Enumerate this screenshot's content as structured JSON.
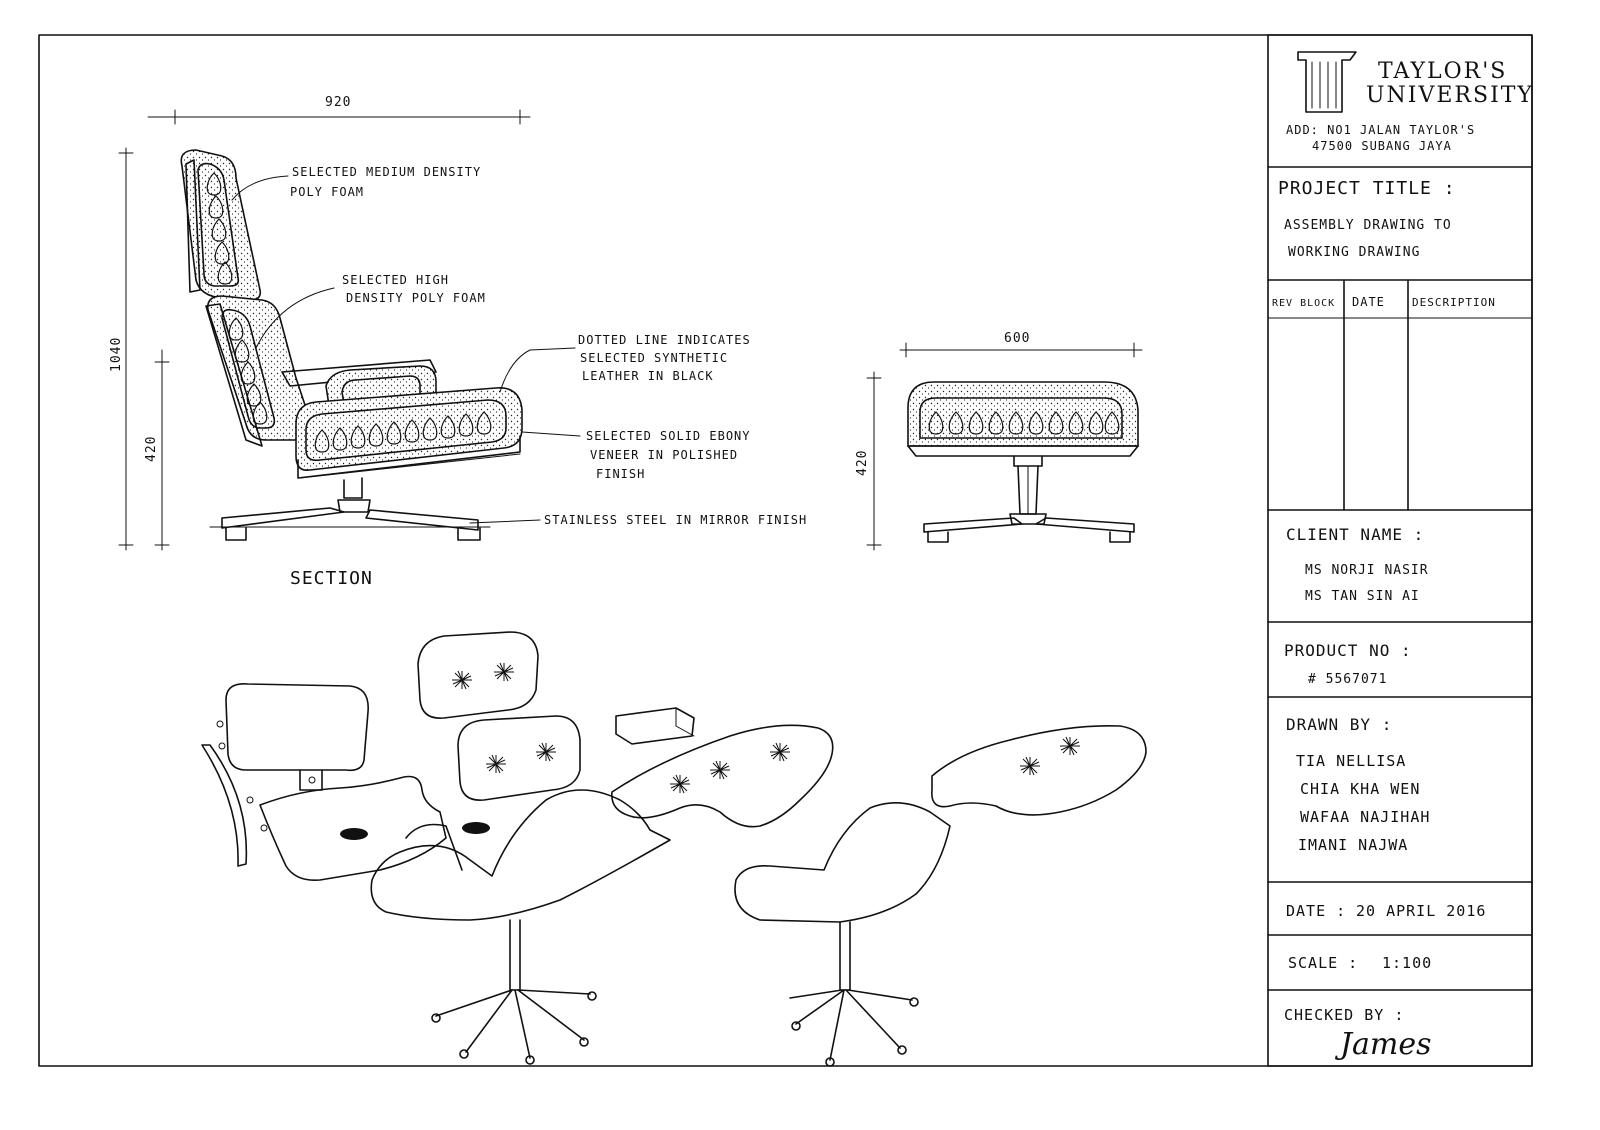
{
  "logo": {
    "institution_line1": "TAYLOR'S",
    "institution_line2": "UNIVERSITY",
    "address_line1": "ADD: NO1 JALAN TAYLOR'S",
    "address_line2": "47500 SUBANG JAYA"
  },
  "project": {
    "heading": "PROJECT TITLE :",
    "title_line1": "ASSEMBLY DRAWING TO",
    "title_line2": "WORKING DRAWING"
  },
  "revision_table": {
    "col_rev": "REV BLOCK",
    "col_date": "DATE",
    "col_description": "DESCRIPTION"
  },
  "client": {
    "heading": "CLIENT NAME :",
    "names": [
      "MS NORJI NASIR",
      "MS TAN SIN AI"
    ]
  },
  "product": {
    "heading": "PRODUCT NO :",
    "number": "# 5567071"
  },
  "drawn_by": {
    "heading": "DRAWN BY :",
    "names": [
      "TIA NELLISA",
      "CHIA KHA WEN",
      "WAFAA NAJIHAH",
      "IMANI NAJWA"
    ]
  },
  "date": {
    "label": "DATE :",
    "value": "20 APRIL 2016"
  },
  "scale": {
    "label": "SCALE :",
    "value": "1:100"
  },
  "checked": {
    "label": "CHECKED BY :",
    "signature": "James"
  },
  "section_view": {
    "title": "SECTION",
    "dim_width": "920",
    "dim_height": "1040",
    "dim_seat_height": "420",
    "notes": [
      "SELECTED MEDIUM DENSITY",
      "POLY FOAM",
      "SELECTED HIGH",
      "DENSITY POLY FOAM",
      "DOTTED LINE INDICATES",
      "SELECTED SYNTHETIC",
      "LEATHER IN BLACK",
      "SELECTED SOLID EBONY",
      "VENEER IN POLISHED",
      "FINISH",
      "STAINLESS STEEL IN MIRROR FINISH"
    ]
  },
  "ottoman_view": {
    "dim_width": "600",
    "dim_height": "420"
  }
}
